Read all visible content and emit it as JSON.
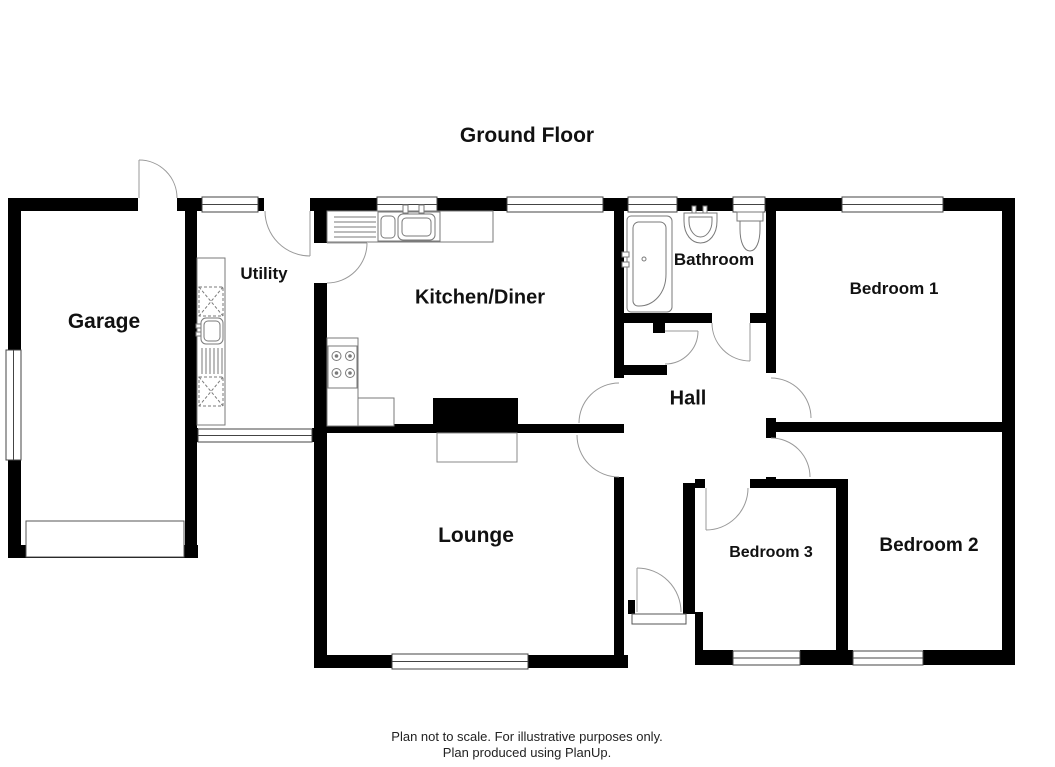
{
  "page": {
    "title": "Ground Floor"
  },
  "rooms": {
    "garage": {
      "label": "Garage"
    },
    "utility": {
      "label": "Utility"
    },
    "kitchen": {
      "label": "Kitchen/Diner"
    },
    "bathroom": {
      "label": "Bathroom"
    },
    "bedroom1": {
      "label": "Bedroom 1"
    },
    "hall": {
      "label": "Hall"
    },
    "lounge": {
      "label": "Lounge"
    },
    "bedroom3": {
      "label": "Bedroom 3"
    },
    "bedroom2": {
      "label": "Bedroom 2"
    }
  },
  "footer": {
    "line1": "Plan not to scale.  For illustrative purposes only.",
    "line2": "Plan produced using PlanUp."
  },
  "colors": {
    "wall": "#000000",
    "background": "#ffffff",
    "fixture_line": "#7a7a7a",
    "door_arc": "#999999"
  }
}
